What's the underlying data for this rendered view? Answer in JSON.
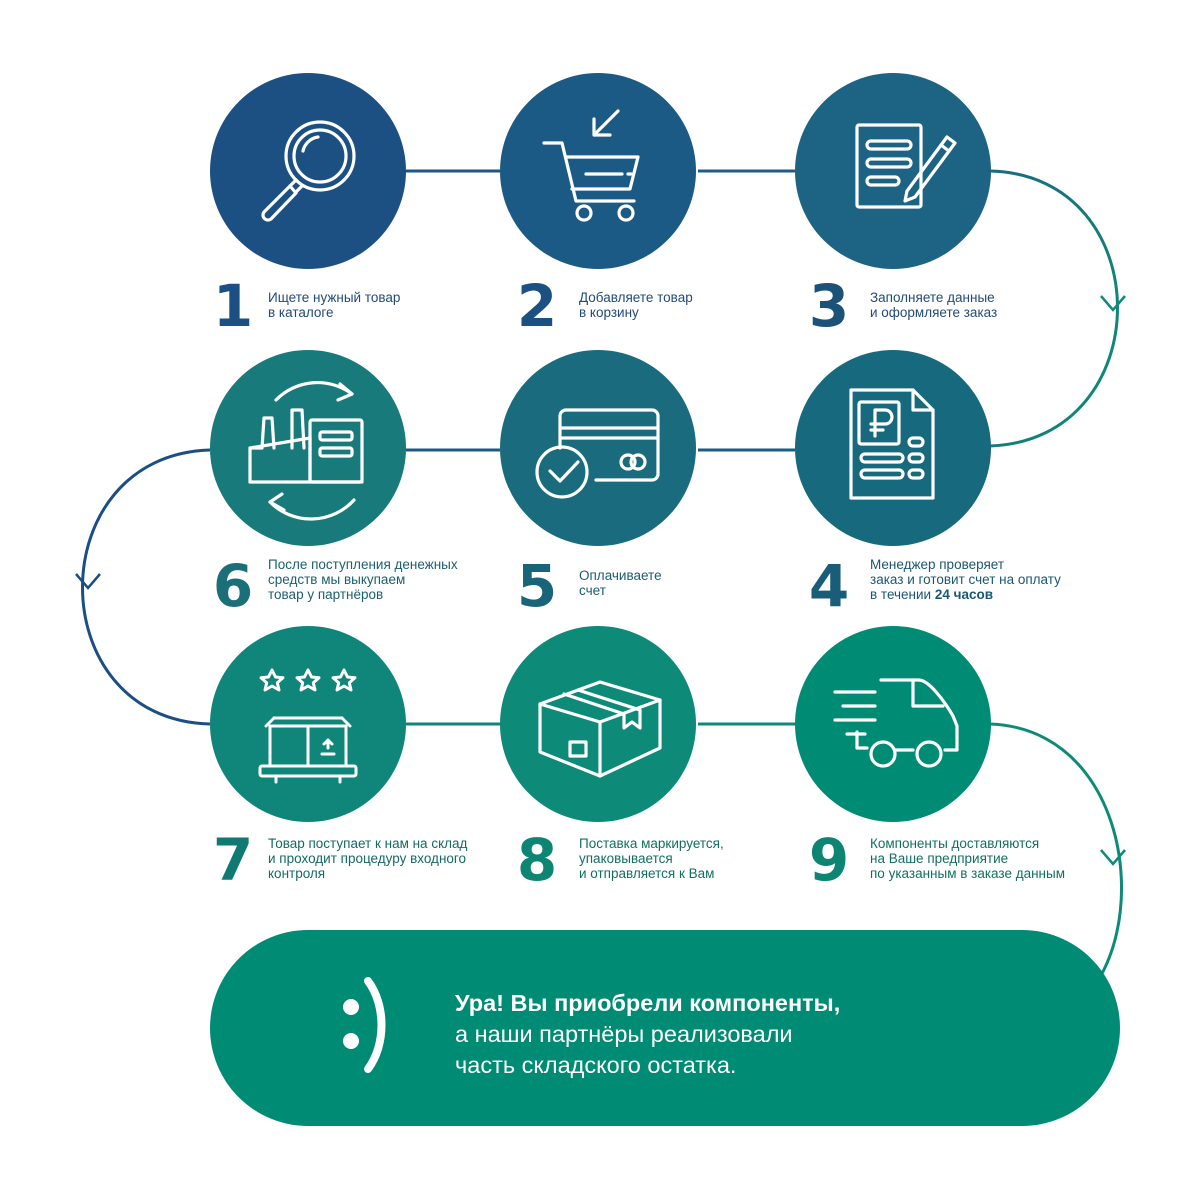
{
  "colors": {
    "navy": "#1c5083",
    "blue_teal": "#1f6484",
    "petrol": "#17697d",
    "teal": "#197a7b",
    "green_teal": "#0f8479",
    "green": "#008b75",
    "number_navy": "#1c4f82",
    "number_teal": "#1a6f79",
    "number_green": "#0d8573",
    "caption_navy": "#234a78",
    "caption_teal": "#1c5f6f",
    "caption_green": "#116f62"
  },
  "steps": [
    {
      "number": "1",
      "icon": "magnifier-icon",
      "lines": [
        "Ищете нужный товар",
        "в каталоге"
      ]
    },
    {
      "number": "2",
      "icon": "shopping-cart-icon",
      "lines": [
        "Добавляете товар",
        "в корзину"
      ]
    },
    {
      "number": "3",
      "icon": "document-pencil-icon",
      "lines": [
        "Заполняете данные",
        "и оформляете заказ"
      ]
    },
    {
      "number": "4",
      "icon": "ruble-invoice-icon",
      "lines": [
        "Менеджер проверяет",
        "заказ и готовит счет на оплату",
        "в течении "
      ],
      "bold": "24 часов"
    },
    {
      "number": "5",
      "icon": "credit-card-check-icon",
      "lines": [
        "Оплачиваете",
        "счет"
      ]
    },
    {
      "number": "6",
      "icon": "factory-cycle-icon",
      "lines": [
        "После поступления денежных",
        "средств мы выкупаем",
        "товар у партнёров"
      ]
    },
    {
      "number": "7",
      "icon": "warehouse-rating-icon",
      "lines": [
        "Товар поступает к нам на склад",
        "и проходит процедуру входного",
        "контроля"
      ]
    },
    {
      "number": "8",
      "icon": "parcel-box-icon",
      "lines": [
        "Поставка маркируется,",
        "упаковывается",
        "и отправляется к Вам"
      ]
    },
    {
      "number": "9",
      "icon": "delivery-van-icon",
      "lines": [
        "Компоненты доставляются",
        "на Ваше предприятие",
        "по указанным в заказе данным"
      ]
    }
  ],
  "final": {
    "emoticon": ":)",
    "line1": "Ура! Вы приобрели компоненты,",
    "line2": "а наши партнёры реализовали",
    "line3": "часть складского остатка."
  }
}
